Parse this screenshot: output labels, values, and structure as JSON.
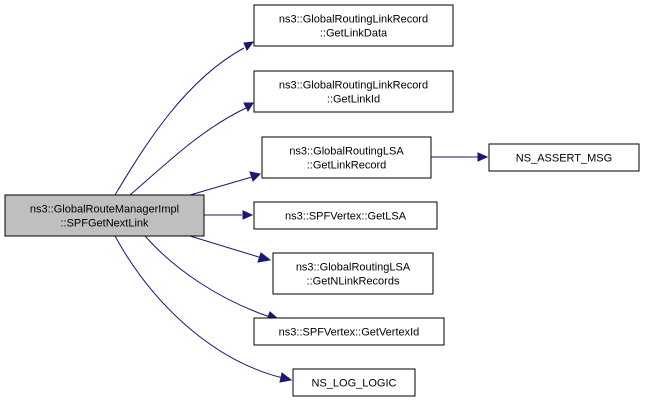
{
  "diagram": {
    "type": "call-graph",
    "edge_color": "#191970",
    "root_fill": "#bfbfbf",
    "node_fill": "#ffffff",
    "nodes": [
      {
        "id": "root",
        "lines": [
          "ns3::GlobalRouteManagerImpl",
          "::SPFGetNextLink"
        ],
        "root": true
      },
      {
        "id": "getlinkdata",
        "lines": [
          "ns3::GlobalRoutingLinkRecord",
          "::GetLinkData"
        ]
      },
      {
        "id": "getlinkid",
        "lines": [
          "ns3::GlobalRoutingLinkRecord",
          "::GetLinkId"
        ]
      },
      {
        "id": "getlinkrecord",
        "lines": [
          "ns3::GlobalRoutingLSA",
          "::GetLinkRecord"
        ]
      },
      {
        "id": "assertmsg",
        "lines": [
          "NS_ASSERT_MSG"
        ]
      },
      {
        "id": "getlsa",
        "lines": [
          "ns3::SPFVertex::GetLSA"
        ]
      },
      {
        "id": "getnlinkrecords",
        "lines": [
          "ns3::GlobalRoutingLSA",
          "::GetNLinkRecords"
        ]
      },
      {
        "id": "getvertexid",
        "lines": [
          "ns3::SPFVertex::GetVertexId"
        ]
      },
      {
        "id": "loglogic",
        "lines": [
          "NS_LOG_LOGIC"
        ]
      }
    ],
    "edges": [
      {
        "from": "root",
        "to": "getlinkdata"
      },
      {
        "from": "root",
        "to": "getlinkid"
      },
      {
        "from": "root",
        "to": "getlinkrecord"
      },
      {
        "from": "root",
        "to": "getlsa"
      },
      {
        "from": "root",
        "to": "getnlinkrecords"
      },
      {
        "from": "root",
        "to": "getvertexid"
      },
      {
        "from": "root",
        "to": "loglogic"
      },
      {
        "from": "getlinkrecord",
        "to": "assertmsg"
      }
    ]
  }
}
